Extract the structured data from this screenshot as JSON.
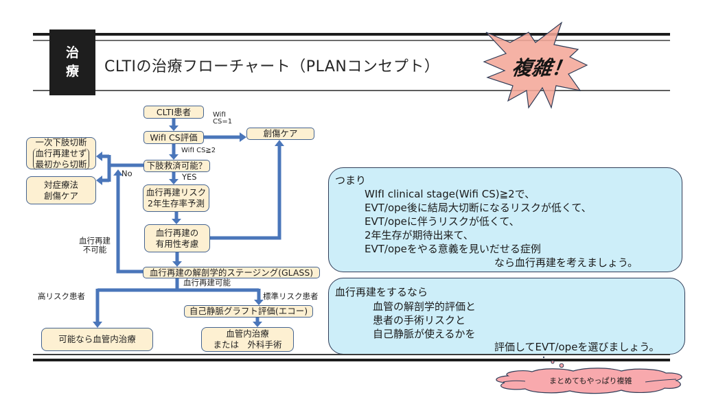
{
  "slide": {
    "tag_chars": [
      "治",
      "療"
    ],
    "title": "CLTIの治療フローチャート（PLANコンセプト）",
    "burst_text": "複雑！"
  },
  "flowchart": {
    "nodes": {
      "clti_patient": {
        "lines": [
          "CLTI患者"
        ]
      },
      "wifi_eval": {
        "lines": [
          "WifI CS評価"
        ]
      },
      "limb_salvage": {
        "lines": [
          "下肢救済可能？"
        ]
      },
      "revasc_risk": {
        "lines": [
          "血行再建リスク",
          "2年生存率予測"
        ]
      },
      "revasc_benefit": {
        "lines": [
          "血行再建の",
          "有用性考慮"
        ]
      },
      "glass_staging": {
        "lines": [
          "血行再建の解剖学的ステージング(GLASS)"
        ]
      },
      "wound_care": {
        "lines": [
          "創傷ケア"
        ]
      },
      "primary_amputation": {
        "lines": [
          "一次下肢切断",
          "血行再建せず",
          "最初から切断"
        ]
      },
      "palliative": {
        "lines": [
          "対症療法",
          "創傷ケア"
        ]
      },
      "vein_graft_eval": {
        "lines": [
          "自己静脈グラフト評価(エコー)"
        ]
      },
      "endovascular_if_possible": {
        "lines": [
          "可能なら血管内治療"
        ]
      },
      "endovascular_or_surgery": {
        "lines": [
          "血管内治療",
          "または　外科手術"
        ]
      }
    },
    "edge_labels": {
      "wifi_cs1": [
        "WifI",
        "CS=1"
      ],
      "wifi_cs2": "WifI CS≧2",
      "yes": "YES",
      "no": "No",
      "revasc_impossible": [
        "血行再建",
        "不可能"
      ],
      "revasc_possible": "血行再建可能",
      "high_risk": "高リスク患者",
      "standard_risk": "標準リスク患者"
    }
  },
  "summary_panel": {
    "heading": "つまり",
    "lines": [
      "WIfI clinical stage(Wifi CS)≧2で、",
      "EVT/ope後に結局大切断になるリスクが低くて、",
      "EVT/opeに伴うリスクが低くて、",
      "2年生存が期待出来て、",
      "EVT/opeをやる意義を見いだせる症例"
    ],
    "conclusion": "なら血行再建を考えましょう。"
  },
  "approach_panel": {
    "heading": "血行再建をするなら",
    "lines": [
      "血管の解剖学的評価と",
      "患者の手術リスクと",
      "自己静脈が使えるかを"
    ],
    "conclusion": "評価してEVT/opeを選びましょう。"
  },
  "thought_cloud": {
    "text": "まとめてもやっぱり複雑"
  },
  "colors": {
    "node_fill": "#fdf0d2",
    "node_border": "#43628f",
    "arrow": "#4a76ba",
    "panel_fill": "#cdeef9",
    "burst_fill": "#f4a798",
    "cloud_fill": "#f8a9ad",
    "outline": "#2e3b56"
  }
}
